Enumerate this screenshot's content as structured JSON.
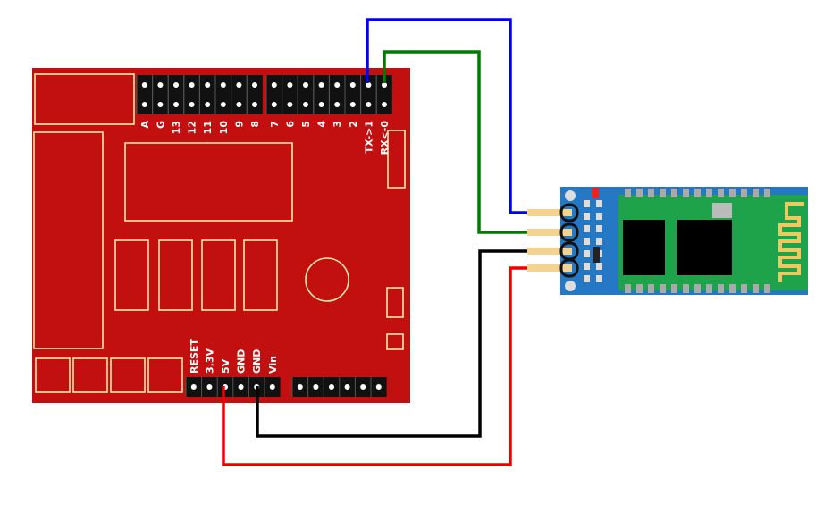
{
  "title": "Arduino shield to HC-05 Bluetooth module wiring",
  "board": {
    "top_header_left": [
      "A",
      "G",
      "13",
      "12",
      "11",
      "10",
      "9",
      "8"
    ],
    "top_header_right": [
      "7",
      "6",
      "5",
      "4",
      "3",
      "2",
      "TX->1",
      "RX<-0"
    ],
    "bottom_header_power": [
      "RESET",
      "3.3V",
      "5V",
      "GND",
      "GND",
      "Vin"
    ],
    "bottom_header_analog_count": 6
  },
  "wires": [
    {
      "name": "blue",
      "from": "TX->1",
      "to": "module-pin-1",
      "color": "#0000ee"
    },
    {
      "name": "green",
      "from": "RX<-0",
      "to": "module-pin-2",
      "color": "#007a00"
    },
    {
      "name": "black",
      "from": "GND",
      "to": "module-pin-3",
      "color": "#000000"
    },
    {
      "name": "red",
      "from": "5V",
      "to": "module-pin-4",
      "color": "#ee0000"
    }
  ],
  "colors": {
    "board": "#c20f0f",
    "outline": "#f6eaa8",
    "module_blue": "#2478c4",
    "module_green": "#1ea24a",
    "pin": "#f3d38f"
  }
}
